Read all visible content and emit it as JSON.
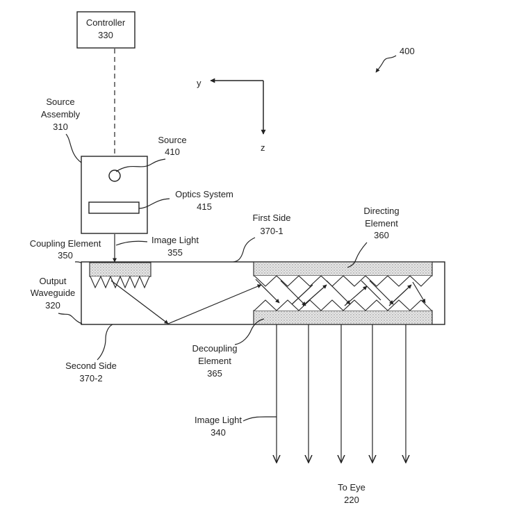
{
  "figure_number": "400",
  "axes": {
    "y": "y",
    "z": "z"
  },
  "labels": {
    "controller": [
      "Controller",
      "330"
    ],
    "source_assembly": [
      "Source",
      "Assembly",
      "310"
    ],
    "source": [
      "Source",
      "410"
    ],
    "optics_system": [
      "Optics System",
      "415"
    ],
    "coupling_element": [
      "Coupling Element",
      "350"
    ],
    "image_light_in": [
      "Image Light",
      "355"
    ],
    "first_side": [
      "First Side",
      "370-1"
    ],
    "directing_element": [
      "Directing",
      "Element",
      "360"
    ],
    "output_waveguide": [
      "Output",
      "Waveguide",
      "320"
    ],
    "decoupling_element": [
      "Decoupling",
      "Element",
      "365"
    ],
    "second_side": [
      "Second Side",
      "370-2"
    ],
    "image_light_out": [
      "Image Light",
      "340"
    ],
    "to_eye": [
      "To Eye",
      "220"
    ]
  }
}
